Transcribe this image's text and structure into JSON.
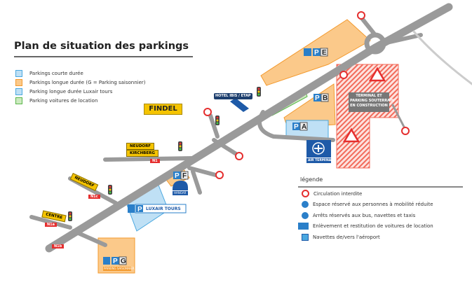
{
  "title": "Plan de situation des parkings",
  "parking_types": [
    {
      "label": "Parkings courte durée",
      "color": "#4aa8e0"
    },
    {
      "label": "Parkings longue durée  (G = Parking saisonnier)",
      "color": "#f39a2e"
    },
    {
      "label": "Parking longue durée Luxair tours",
      "color": "#4aa8e0"
    },
    {
      "label": "Parking voitures de location",
      "color": "#5ab54a"
    }
  ],
  "map": {
    "place": "FINDEL",
    "hotel": "HOTEL IBIS / ETAP",
    "air_terminal": "AIR TERMINAL",
    "construction": [
      "TERMINAL ET",
      "PARKING SOUTERRAIN",
      "EN CONSTRUCTION"
    ],
    "hangar": "HANGAR",
    "luxair": "LUXAIR TOURS",
    "seasonal": "PARKING SAISONNIER",
    "parkings": [
      "E",
      "B",
      "A",
      "F",
      "G"
    ],
    "signs": [
      "NEUDORF",
      "KIRCHBERG",
      "NEUDORF",
      "CENTRE"
    ],
    "roads": [
      "N1",
      "N1c",
      "N1a",
      "N1b"
    ]
  },
  "legend": {
    "title": "légende",
    "items": [
      {
        "label": "Circulation interdite",
        "icon": "no-entry-circle-icon"
      },
      {
        "label": "Espace réservé aux personnes à mobilité réduite",
        "icon": "wheelchair-icon"
      },
      {
        "label": "Arrêts réservés aux bus, navettes et taxis",
        "icon": "bus-stop-icon"
      },
      {
        "label": "Enlèvement et restitution de voitures de location",
        "icon": "car-rental-icon"
      },
      {
        "label": "Navettes de/vers l'aéroport",
        "icon": "shuttle-icon"
      }
    ]
  }
}
